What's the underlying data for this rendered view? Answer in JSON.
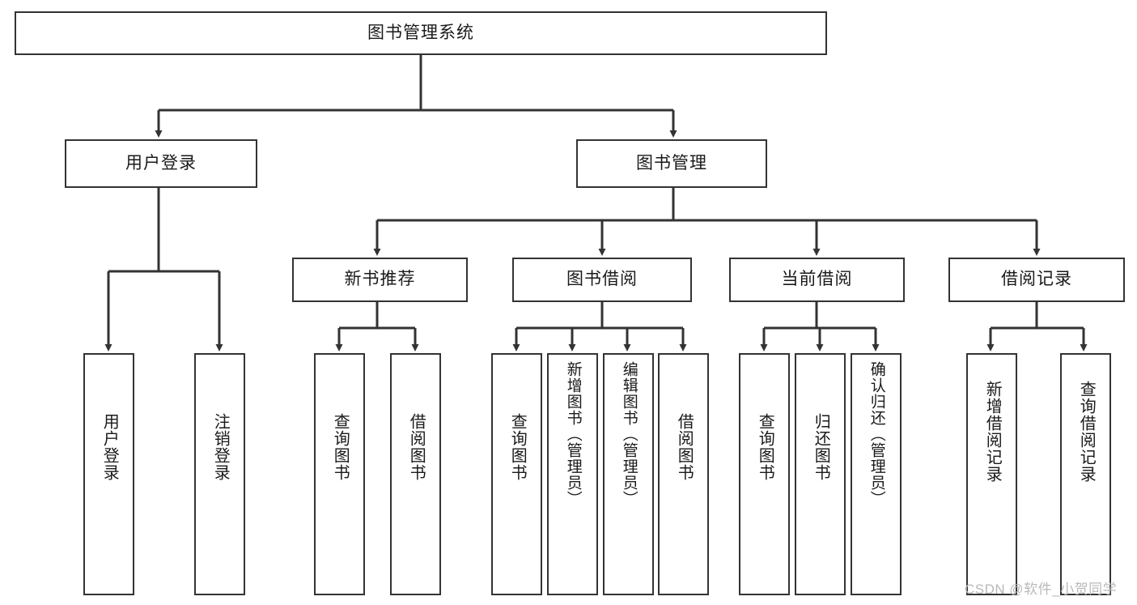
{
  "diagram": {
    "type": "tree-hierarchy",
    "title": "图书管理系统",
    "watermark": "CSDN @软件_小贺同学",
    "colors": {
      "stroke": "#333333",
      "fill": "#ffffff",
      "text": "#1a1a1a",
      "watermark": "#b9b9b9"
    },
    "levels": [
      {
        "level": 1,
        "nodes": [
          {
            "id": "root",
            "label": "图书管理系统",
            "orientation": "horizontal"
          }
        ]
      },
      {
        "level": 2,
        "nodes": [
          {
            "id": "user-login",
            "label": "用户登录",
            "orientation": "horizontal",
            "parent": "root"
          },
          {
            "id": "book-manage",
            "label": "图书管理",
            "orientation": "horizontal",
            "parent": "root"
          }
        ]
      },
      {
        "level": 3,
        "nodes": [
          {
            "id": "new-book-rec",
            "label": "新书推荐",
            "orientation": "horizontal",
            "parent": "book-manage"
          },
          {
            "id": "book-borrow",
            "label": "图书借阅",
            "orientation": "horizontal",
            "parent": "book-manage"
          },
          {
            "id": "current-borrow",
            "label": "当前借阅",
            "orientation": "horizontal",
            "parent": "book-manage"
          },
          {
            "id": "borrow-record",
            "label": "借阅记录",
            "orientation": "horizontal",
            "parent": "book-manage"
          }
        ]
      },
      {
        "level": 4,
        "nodes": [
          {
            "id": "leaf-user-login",
            "label": "用户登录",
            "orientation": "vertical",
            "parent": "user-login"
          },
          {
            "id": "leaf-user-logout",
            "label": "注销登录",
            "orientation": "vertical",
            "parent": "user-login"
          },
          {
            "id": "leaf-rec-query",
            "label": "查询图书",
            "orientation": "vertical",
            "parent": "new-book-rec"
          },
          {
            "id": "leaf-rec-borrow",
            "label": "借阅图书",
            "orientation": "vertical",
            "parent": "new-book-rec"
          },
          {
            "id": "leaf-borrow-query",
            "label": "查询图书",
            "orientation": "vertical",
            "parent": "book-borrow"
          },
          {
            "id": "leaf-borrow-add",
            "label": "新增图书（管理员）",
            "orientation": "vertical",
            "parent": "book-borrow"
          },
          {
            "id": "leaf-borrow-edit",
            "label": "编辑图书（管理员）",
            "orientation": "vertical",
            "parent": "book-borrow"
          },
          {
            "id": "leaf-borrow-do",
            "label": "借阅图书",
            "orientation": "vertical",
            "parent": "book-borrow"
          },
          {
            "id": "leaf-cur-query",
            "label": "查询图书",
            "orientation": "vertical",
            "parent": "current-borrow"
          },
          {
            "id": "leaf-cur-return",
            "label": "归还图书",
            "orientation": "vertical",
            "parent": "current-borrow"
          },
          {
            "id": "leaf-cur-confirm",
            "label": "确认归还（管理员）",
            "orientation": "vertical",
            "parent": "current-borrow"
          },
          {
            "id": "leaf-rec-add",
            "label": "新增借阅记录",
            "orientation": "vertical",
            "parent": "borrow-record"
          },
          {
            "id": "leaf-rec-search",
            "label": "查询借阅记录",
            "orientation": "vertical",
            "parent": "borrow-record"
          }
        ]
      }
    ]
  }
}
